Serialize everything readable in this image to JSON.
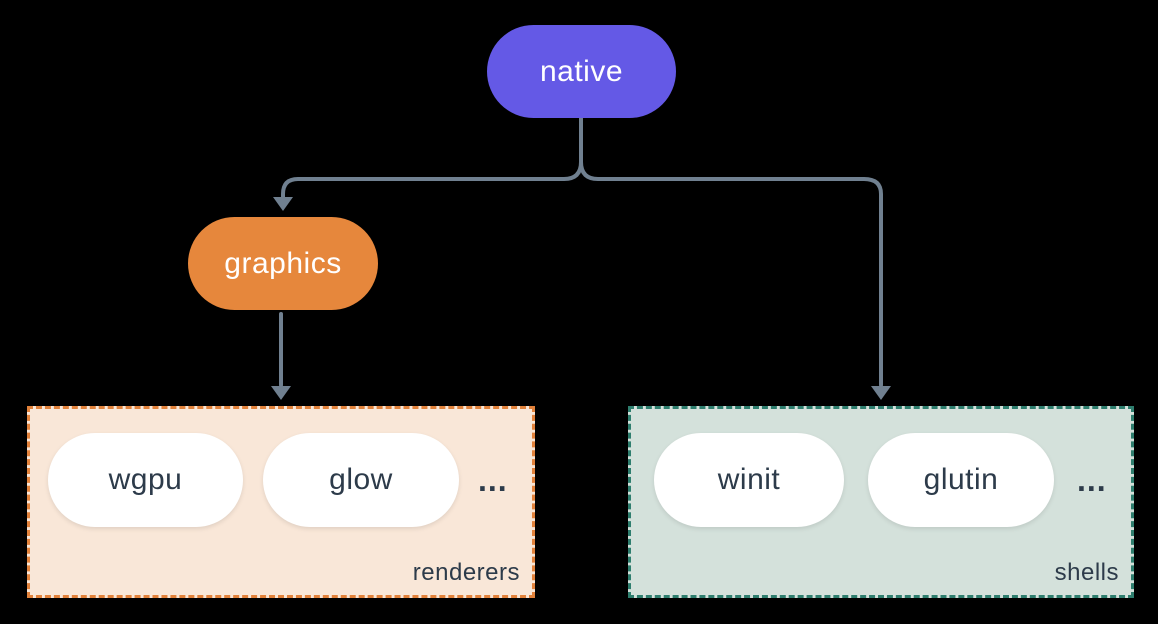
{
  "diagram": {
    "background_color": "#000000",
    "connector_color": "#708090",
    "nodes": {
      "native": {
        "label": "native",
        "fill": "#6459e6",
        "text_color": "#ffffff"
      },
      "graphics": {
        "label": "graphics",
        "fill": "#e6873c",
        "text_color": "#ffffff"
      }
    },
    "groups": {
      "renderers": {
        "label": "renderers",
        "fill": "#f9e7d8",
        "border_color": "#e2823b",
        "item_fill": "#ffffff",
        "item_text_color": "#2d3b4a",
        "items": [
          {
            "label": "wgpu"
          },
          {
            "label": "glow"
          }
        ],
        "ellipsis": "..."
      },
      "shells": {
        "label": "shells",
        "fill": "#d4e1db",
        "border_color": "#2e7e6e",
        "item_fill": "#ffffff",
        "item_text_color": "#2d3b4a",
        "items": [
          {
            "label": "winit"
          },
          {
            "label": "glutin"
          }
        ],
        "ellipsis": "..."
      }
    },
    "edges": [
      {
        "from": "native",
        "to": "graphics"
      },
      {
        "from": "native",
        "to": "shells"
      },
      {
        "from": "graphics",
        "to": "renderers"
      }
    ]
  }
}
